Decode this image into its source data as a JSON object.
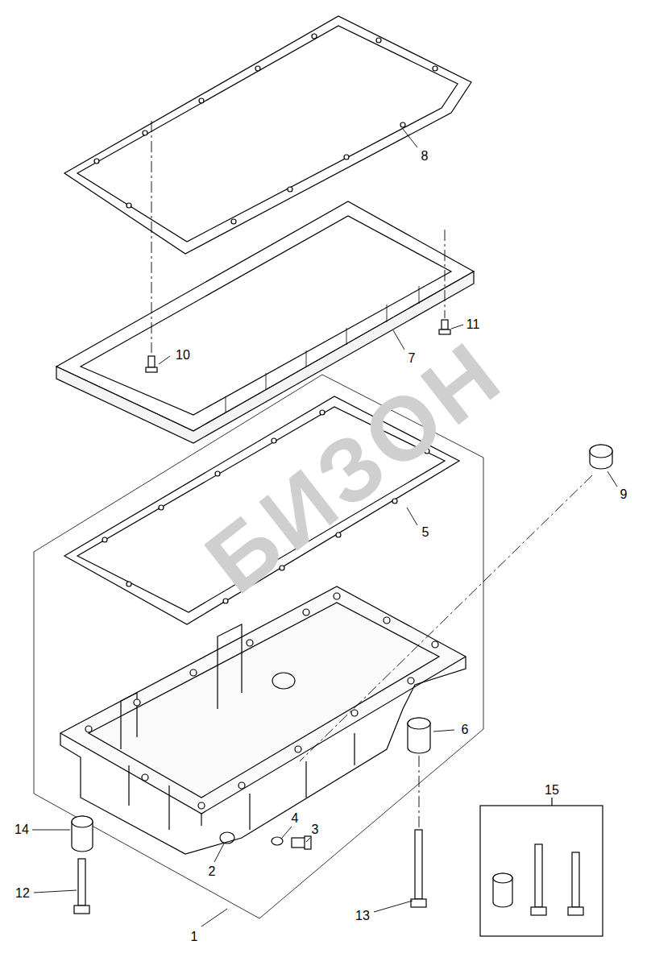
{
  "diagram": {
    "labels": [
      "8",
      "7",
      "10",
      "11",
      "9",
      "5",
      "6",
      "15",
      "14",
      "4",
      "3",
      "2",
      "12",
      "13",
      "1",
      "БИЗОН"
    ]
  }
}
